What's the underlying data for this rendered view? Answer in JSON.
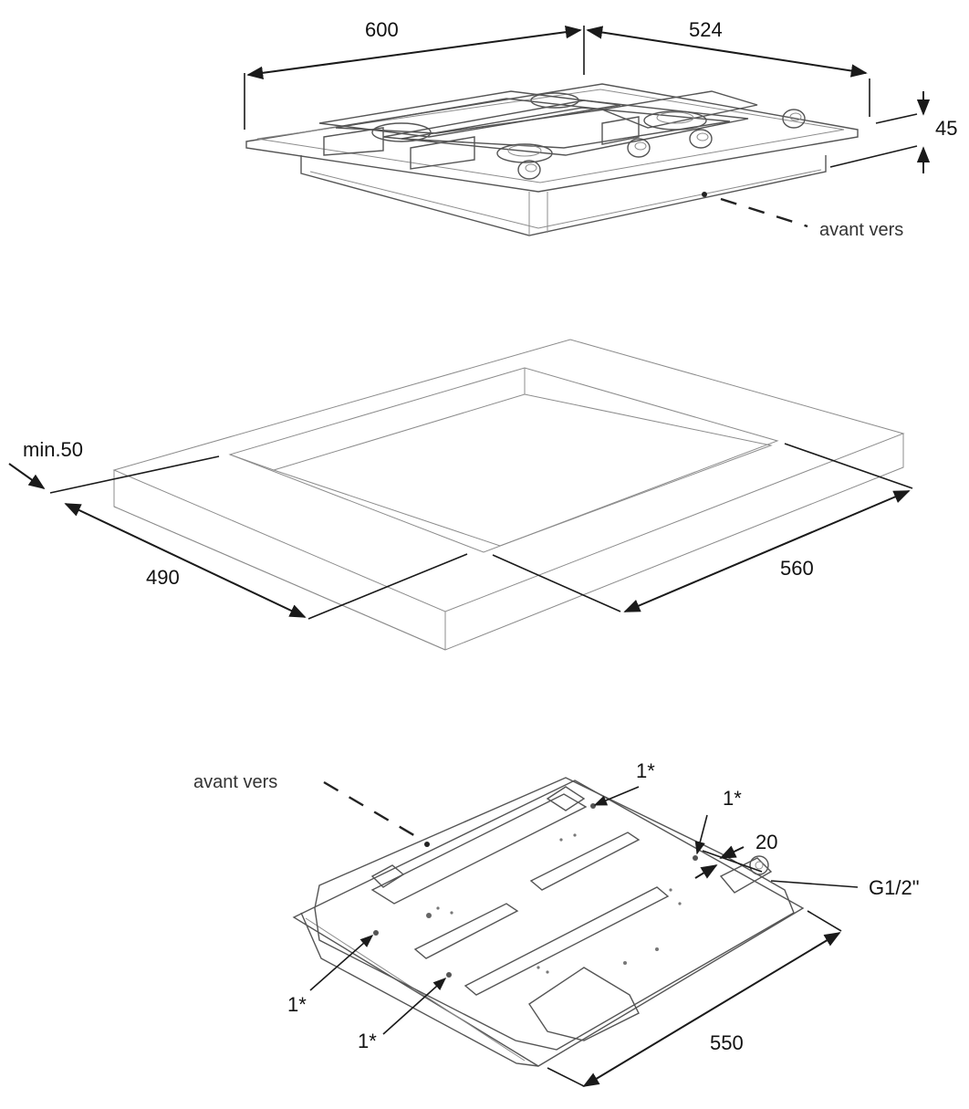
{
  "hob_top": {
    "width_label": "600",
    "depth_label": "524",
    "height_label": "45",
    "front_label": "avant vers"
  },
  "cutout": {
    "min_label": "min.50",
    "depth_label": "490",
    "width_label": "560"
  },
  "hob_bottom": {
    "front_label": "avant vers",
    "fixing_label_1": "1*",
    "fixing_label_2": "1*",
    "fixing_label_3": "1*",
    "fixing_label_4": "1*",
    "offset_label": "20",
    "gas_inlet_label": "G1/2\"",
    "depth_label": "550"
  }
}
